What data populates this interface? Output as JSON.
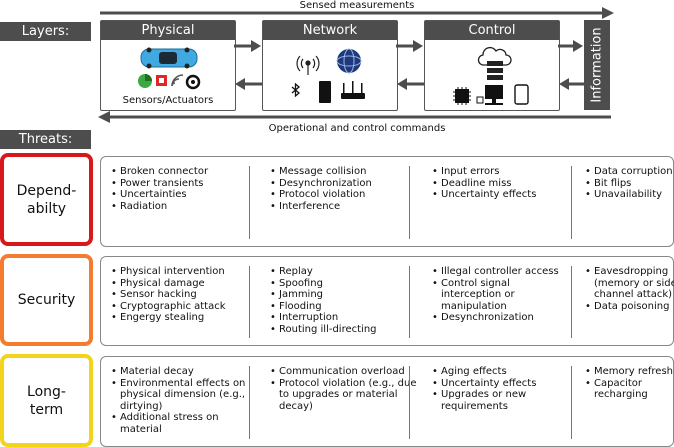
{
  "labels": {
    "layers": "Layers:",
    "threats": "Threats:"
  },
  "arrows": {
    "top": "Sensed measurements",
    "bottom": "Operational and control commands"
  },
  "layers": {
    "physical": {
      "title": "Physical",
      "caption": "Sensors/Actuators"
    },
    "network": {
      "title": "Network"
    },
    "control": {
      "title": "Control"
    },
    "information": {
      "title": "Information"
    }
  },
  "threats": [
    {
      "category": "Depend-\nabilty",
      "color": "#d7191c",
      "columns": [
        [
          "Broken connector",
          "Power transients",
          "Uncertainties",
          "Radiation"
        ],
        [
          "Message collision",
          "Desynchronization",
          "Protocol violation",
          "Interference"
        ],
        [
          "Input errors",
          "Deadline miss",
          "Uncertainty effects"
        ],
        [
          "Data corruption",
          "Bit flips",
          "Unavailability"
        ]
      ]
    },
    {
      "category": "Security",
      "color": "#f47b30",
      "columns": [
        [
          "Physical intervention",
          "Physical damage",
          "Sensor hacking",
          "Cryptographic attack",
          "Engergy stealing"
        ],
        [
          "Replay",
          "Spoofing",
          "Jamming",
          "Flooding",
          "Interruption",
          "Routing ill-directing"
        ],
        [
          "Illegal controller access",
          "Control signal interception or manipulation",
          "Desynchronization"
        ],
        [
          "Eavesdropping (memory or side-channel attack)",
          "Data poisoning"
        ]
      ]
    },
    {
      "category": "Long-\nterm",
      "color": "#f2d41d",
      "columns": [
        [
          "Material decay",
          "Environmental effects on physical dimension (e.g., dirtying)",
          "Additional stress on material"
        ],
        [
          "Communication overload",
          "Protocol violation (e.g., due to upgrades or material decay)"
        ],
        [
          "Aging effects",
          "Uncertainty effects",
          "Upgrades or new requirements"
        ],
        [
          "Memory refresh",
          "Capacitor recharging"
        ]
      ]
    }
  ],
  "icons": {
    "physical": [
      "car-icon",
      "gauge-icon",
      "chip-icon",
      "signal-icon",
      "actuator-icon"
    ],
    "network": [
      "wifi-icon",
      "globe-icon",
      "bluetooth-icon",
      "device-icon",
      "router-icon"
    ],
    "control": [
      "cloud-server-icon",
      "microchip-icon",
      "desktop-icon",
      "tablet-icon"
    ]
  }
}
